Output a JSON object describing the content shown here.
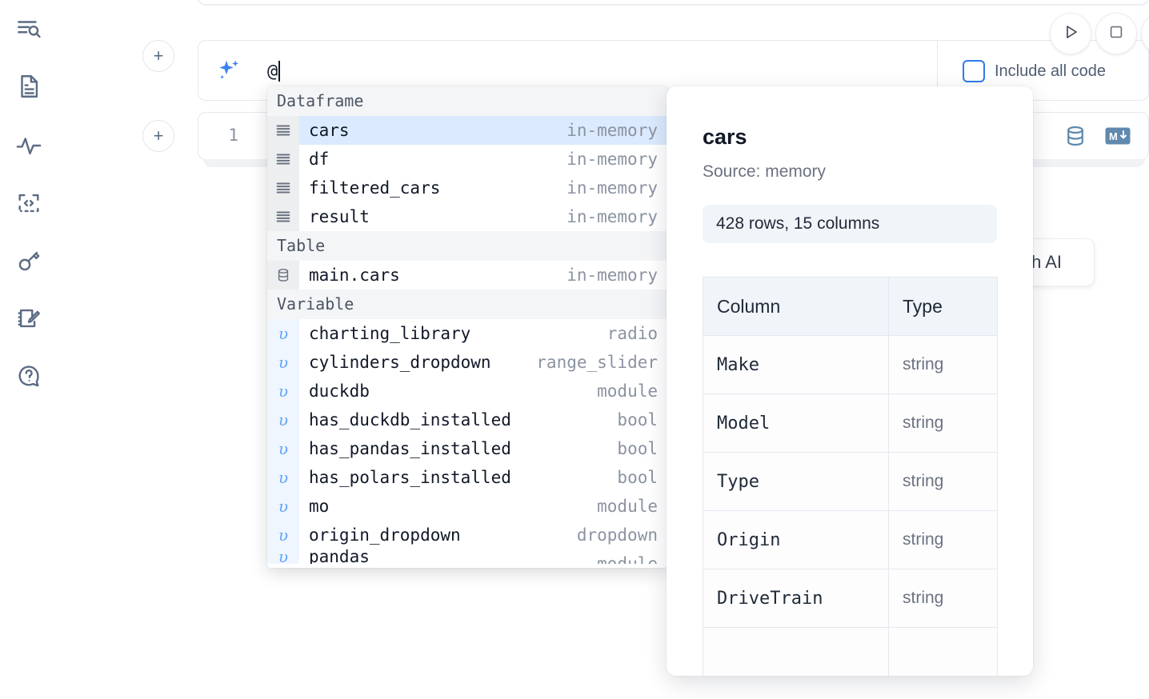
{
  "app": {
    "sidebar": {
      "items": [
        {
          "icon": "explorer-search-icon",
          "name": "explorer"
        },
        {
          "icon": "document-icon",
          "name": "documentation"
        },
        {
          "icon": "activity-icon",
          "name": "activity"
        },
        {
          "icon": "snippets-icon",
          "name": "snippets"
        },
        {
          "icon": "key-icon",
          "name": "secrets"
        },
        {
          "icon": "scratchpad-icon",
          "name": "scratchpad"
        },
        {
          "icon": "help-chat-icon",
          "name": "help"
        }
      ]
    }
  },
  "toolbar": {
    "run_icon": "play-icon",
    "stop_icon": "square-icon",
    "more_icon": "circle-icon"
  },
  "ai_cell": {
    "sparkle_icon": "sparkles-icon",
    "input_value": "@",
    "input_placeholder": "Generate with AI",
    "include_all_code_label": "Include all code",
    "include_all_code_checked": false,
    "add_button_label": "+"
  },
  "code_cell": {
    "line_number": "1",
    "database_icon": "database-icon",
    "markdown_icon": "markdown-icon"
  },
  "ai_chip": {
    "label": "h AI"
  },
  "autocomplete": {
    "sections": [
      {
        "title": "Dataframe",
        "icon": "dataframe-icon",
        "gutter_style": "gray",
        "items": [
          {
            "name": "cars",
            "type": "in-memory",
            "selected": true
          },
          {
            "name": "df",
            "type": "in-memory",
            "selected": false
          },
          {
            "name": "filtered_cars",
            "type": "in-memory",
            "selected": false
          },
          {
            "name": "result",
            "type": "in-memory",
            "selected": false
          }
        ]
      },
      {
        "title": "Table",
        "icon": "database-icon",
        "gutter_style": "gray",
        "items": [
          {
            "name": "main.cars",
            "type": "in-memory",
            "selected": false
          }
        ]
      },
      {
        "title": "Variable",
        "icon": "variable-icon",
        "gutter_style": "blue",
        "items": [
          {
            "name": "charting_library",
            "type": "radio",
            "selected": false
          },
          {
            "name": "cylinders_dropdown",
            "type": "range_slider",
            "selected": false
          },
          {
            "name": "duckdb",
            "type": "module",
            "selected": false
          },
          {
            "name": "has_duckdb_installed",
            "type": "bool",
            "selected": false
          },
          {
            "name": "has_pandas_installed",
            "type": "bool",
            "selected": false
          },
          {
            "name": "has_polars_installed",
            "type": "bool",
            "selected": false
          },
          {
            "name": "mo",
            "type": "module",
            "selected": false
          },
          {
            "name": "origin_dropdown",
            "type": "dropdown",
            "selected": false
          },
          {
            "name": "pandas",
            "type": "module",
            "selected": false,
            "clipped": true
          }
        ]
      }
    ]
  },
  "detail_panel": {
    "title": "cars",
    "source": "Source: memory",
    "stats": "428 rows, 15 columns",
    "table": {
      "headers": [
        "Column",
        "Type"
      ],
      "rows": [
        [
          "Make",
          "string"
        ],
        [
          "Model",
          "string"
        ],
        [
          "Type",
          "string"
        ],
        [
          "Origin",
          "string"
        ],
        [
          "DriveTrain",
          "string"
        ],
        [
          "",
          ""
        ]
      ]
    }
  },
  "colors": {
    "accent_blue": "#3b82f6",
    "selection_blue": "#dbeafe",
    "section_gray": "#f4f5f7",
    "text_muted": "#8b93a1",
    "icon_slate": "#5c6b84"
  }
}
